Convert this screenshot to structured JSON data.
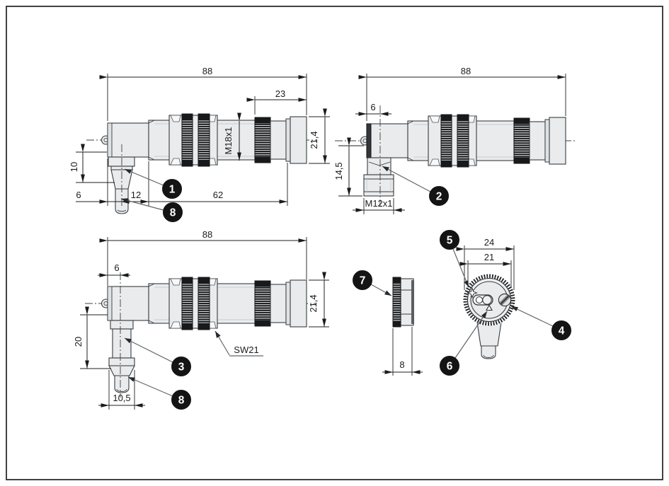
{
  "drawing": {
    "view_cable_right_angle": {
      "overall_length": "88",
      "tail_length": "23",
      "diameter": "21,4",
      "thread": "M18x1",
      "cable_drop": "10",
      "cable_offset": "6",
      "cable_spacing": "12",
      "body_length": "62"
    },
    "view_connector_short": {
      "overall_length": "88",
      "connector_offset": "6",
      "connector_drop": "14,5",
      "connector_thread": "M12x1"
    },
    "view_connector_long": {
      "overall_length": "88",
      "connector_offset": "6",
      "connector_drop": "20",
      "connector_width": "10,5",
      "diameter": "21,4",
      "wrench_size": "SW21"
    },
    "view_disc_side": {
      "thickness": "8"
    },
    "view_end": {
      "outer_diameter": "24",
      "face_diameter": "21"
    }
  },
  "callouts": {
    "n1": "1",
    "n2": "2",
    "n3": "3",
    "n4": "4",
    "n5": "5",
    "n6": "6",
    "n7": "7",
    "n8": "8"
  }
}
